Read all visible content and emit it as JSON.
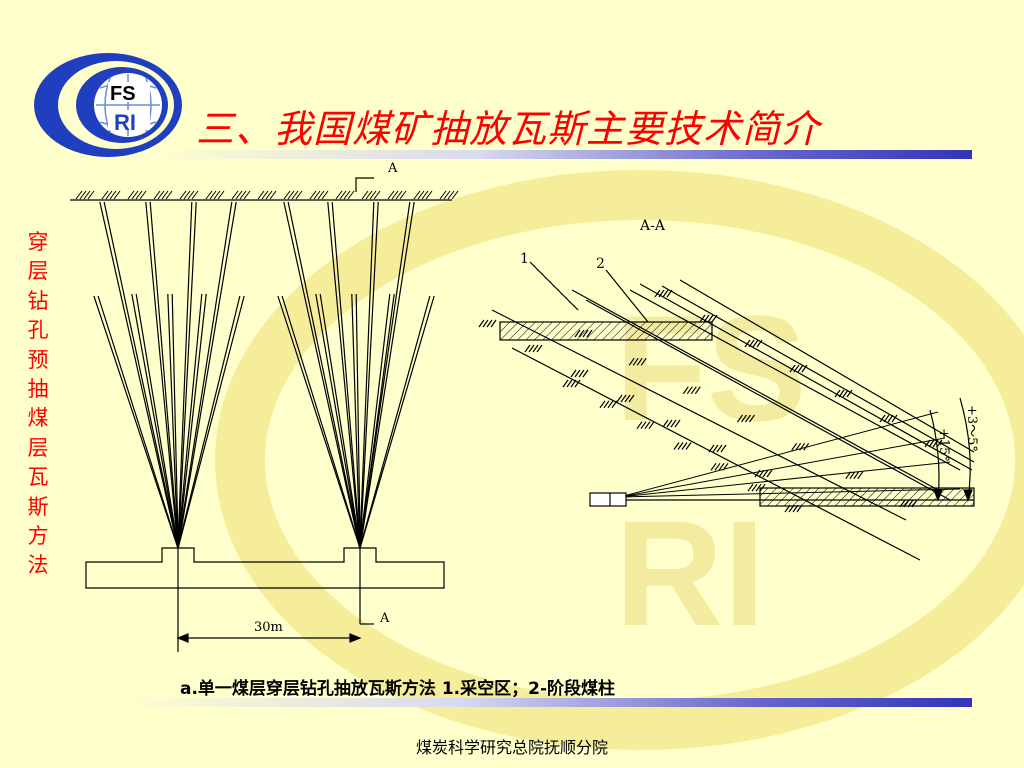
{
  "logo": {
    "top_text": "FS",
    "bottom_text": "RI"
  },
  "title": "三、我国煤矿抽放瓦斯主要技术简介",
  "side_label": [
    "穿",
    "层",
    "钻",
    "孔",
    "预",
    "抽",
    "煤",
    "层",
    "瓦",
    "斯",
    "方",
    "法"
  ],
  "diagram": {
    "section_mark": "A",
    "section_mark_bottom": "A",
    "distance_label": "30m",
    "section_view_title": "A-A",
    "label_1": "1",
    "label_2": "2",
    "angle_outer": "+3～5°",
    "angle_inner": "+15°"
  },
  "watermark": {
    "text_top": "FS",
    "text_bottom": "RI"
  },
  "caption": "a.单一煤层穿层钻孔抽放瓦斯方法  1.采空区；2-阶段煤柱",
  "footer": "煤炭科学研究总院抚顺分院",
  "colors": {
    "background": "#ffffcc",
    "title": "#ff0000",
    "accent_blue": "#3333bb",
    "watermark": "#f7f09c"
  }
}
